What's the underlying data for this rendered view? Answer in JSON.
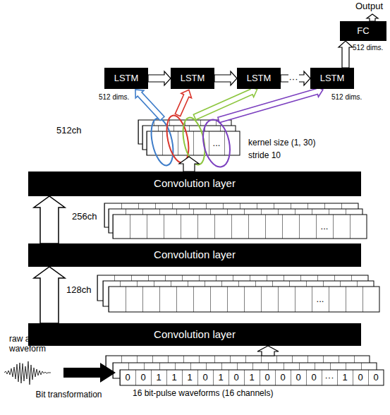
{
  "diagram": {
    "nodes": [
      {
        "text": [
          "FC"
        ]
      },
      {
        "text": [
          "LSTM"
        ]
      },
      {
        "text": [
          "LSTM"
        ]
      },
      {
        "text": [
          "LSTM"
        ]
      },
      {
        "text": [
          "LSTM"
        ]
      },
      {
        "text": [
          "Convolution layer"
        ]
      },
      {
        "text": [
          "Convolution layer"
        ]
      },
      {
        "text": [
          "Convolution layer"
        ]
      }
    ],
    "edges": [
      {
        "from": 1,
        "to": 2,
        "arrow": "to"
      },
      {
        "from": 2,
        "to": 3,
        "arrow": "to"
      },
      {
        "from": 3,
        "to": 4,
        "arrow": "to",
        "label": "···"
      },
      {
        "from": 4,
        "to": 0,
        "arrow": "to"
      },
      {
        "from": 7,
        "to": 6,
        "arrow": "to"
      },
      {
        "from": 6,
        "to": 5,
        "arrow": "to"
      }
    ],
    "labels": [
      "Output",
      "512 dims.",
      "512 dims.",
      "512 dims.",
      "512ch",
      "...",
      "kernel size (1, 30)",
      "stride 10",
      "256ch",
      "...",
      "128ch",
      "...",
      "raw audio waveform",
      "0",
      "0",
      "1",
      "1",
      "1",
      "0",
      "1",
      "0",
      "1",
      "0",
      "0",
      "0",
      "0",
      "···",
      "1",
      "0",
      "0",
      "16 bit-pulse waveforms (16 channels)",
      "Bit transformation"
    ]
  }
}
